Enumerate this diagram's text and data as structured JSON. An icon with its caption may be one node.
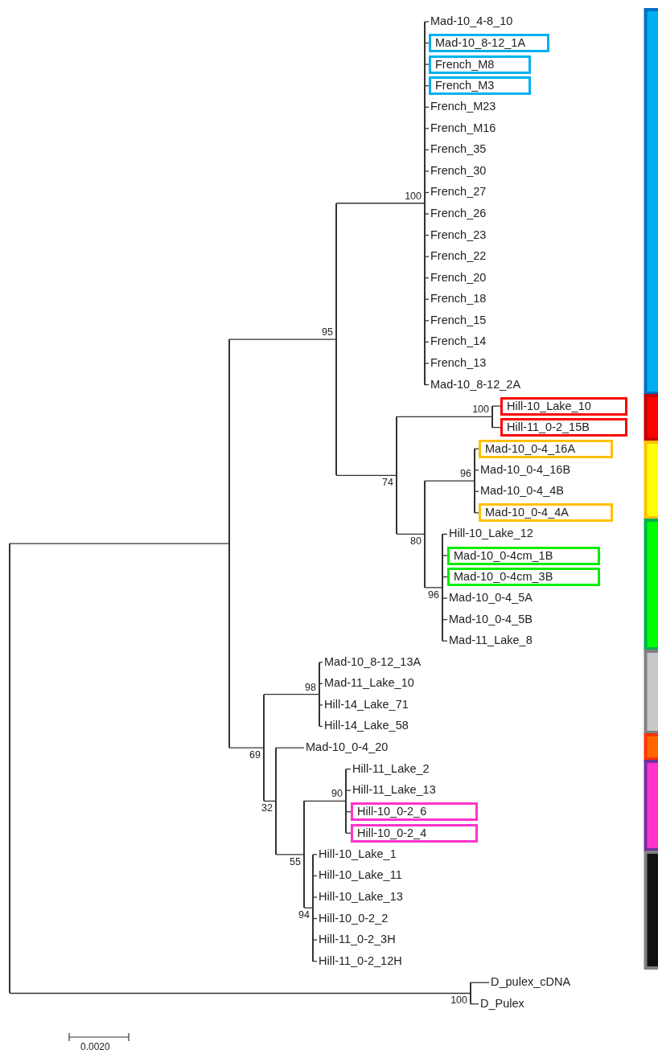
{
  "diagram": {
    "nodes": [
      {
        "text": [],
        "shape": "bar"
      },
      {
        "text": [],
        "shape": "bar"
      },
      {
        "text": [],
        "shape": "bar",
        "beside": [
          "95"
        ]
      },
      {
        "text": [],
        "shape": "bar",
        "beside": [
          "100"
        ]
      },
      {
        "text": [
          "Mad-10_4-8_10"
        ]
      },
      {
        "text": [
          "Mad-10_8-12_1A"
        ]
      },
      {
        "text": [
          "French_M8"
        ]
      },
      {
        "text": [
          "French_M3"
        ]
      },
      {
        "text": [
          "French_M23"
        ]
      },
      {
        "text": [
          "French_M16"
        ]
      },
      {
        "text": [
          "French_35"
        ]
      },
      {
        "text": [
          "French_30"
        ]
      },
      {
        "text": [
          "French_27"
        ]
      },
      {
        "text": [
          "French_26"
        ]
      },
      {
        "text": [
          "French_23"
        ]
      },
      {
        "text": [
          "French_22"
        ]
      },
      {
        "text": [
          "French_20"
        ]
      },
      {
        "text": [
          "French_18"
        ]
      },
      {
        "text": [
          "French_15"
        ]
      },
      {
        "text": [
          "French_14"
        ]
      },
      {
        "text": [
          "French_13"
        ]
      },
      {
        "text": [
          "Mad-10_8-12_2A"
        ]
      },
      {
        "text": [],
        "shape": "bar",
        "beside": [
          "74"
        ]
      },
      {
        "text": [],
        "shape": "bar",
        "beside": [
          "100"
        ]
      },
      {
        "text": [
          "Hill-10_Lake_10"
        ]
      },
      {
        "text": [
          "Hill-11_0-2_15B"
        ]
      },
      {
        "text": [],
        "shape": "bar",
        "beside": [
          "80"
        ]
      },
      {
        "text": [],
        "shape": "bar",
        "beside": [
          "96"
        ]
      },
      {
        "text": [
          "Mad-10_0-4_16A"
        ]
      },
      {
        "text": [
          "Mad-10_0-4_16B"
        ]
      },
      {
        "text": [
          "Mad-10_0-4_4B"
        ]
      },
      {
        "text": [
          "Mad-10_0-4_4A"
        ]
      },
      {
        "text": [],
        "shape": "bar",
        "beside": [
          "96"
        ]
      },
      {
        "text": [
          "Hill-10_Lake_12"
        ]
      },
      {
        "text": [
          "Mad-10_0-4cm_1B"
        ]
      },
      {
        "text": [
          "Mad-10_0-4cm_3B"
        ]
      },
      {
        "text": [
          "Mad-10_0-4_5A"
        ]
      },
      {
        "text": [
          "Mad-10_0-4_5B"
        ]
      },
      {
        "text": [
          "Mad-11_Lake_8"
        ]
      },
      {
        "text": [],
        "shape": "bar",
        "beside": [
          "69"
        ]
      },
      {
        "text": [],
        "shape": "bar",
        "beside": [
          "98"
        ]
      },
      {
        "text": [
          "Mad-10_8-12_13A"
        ]
      },
      {
        "text": [
          "Mad-11_Lake_10"
        ]
      },
      {
        "text": [
          "Hill-14_Lake_71"
        ]
      },
      {
        "text": [
          "Hill-14_Lake_58"
        ]
      },
      {
        "text": [],
        "shape": "bar",
        "beside": [
          "32"
        ]
      },
      {
        "text": [
          "Mad-10_0-4_20"
        ]
      },
      {
        "text": [],
        "shape": "bar",
        "beside": [
          "55"
        ]
      },
      {
        "text": [],
        "shape": "bar",
        "beside": [
          "90"
        ]
      },
      {
        "text": [
          "Hill-11_Lake_2"
        ]
      },
      {
        "text": [
          "Hill-11_Lake_13"
        ]
      },
      {
        "text": [
          "Hill-10_0-2_6"
        ]
      },
      {
        "text": [
          "Hill-10_0-2_4"
        ]
      },
      {
        "text": [],
        "shape": "bar",
        "beside": [
          "94"
        ]
      },
      {
        "text": [
          "Hill-10_Lake_1"
        ]
      },
      {
        "text": [
          "Hill-10_Lake_11"
        ]
      },
      {
        "text": [
          "Hill-10_Lake_13"
        ]
      },
      {
        "text": [
          "Hill-10_0-2_2"
        ]
      },
      {
        "text": [
          "Hill-11_0-2_3H"
        ]
      },
      {
        "text": [
          "Hill-11_0-2_12H"
        ]
      },
      {
        "text": [],
        "shape": "bar",
        "beside": [
          "100"
        ]
      },
      {
        "text": [
          "D_pulex_cDNA"
        ]
      },
      {
        "text": [
          "D_Pulex"
        ]
      }
    ],
    "edges": [
      {
        "from": 0,
        "to": 1,
        "arrow": "none"
      },
      {
        "from": 0,
        "to": 60,
        "arrow": "none"
      },
      {
        "from": 1,
        "to": 2,
        "arrow": "none"
      },
      {
        "from": 1,
        "to": 39,
        "arrow": "none"
      },
      {
        "from": 2,
        "to": 3,
        "arrow": "none"
      },
      {
        "from": 2,
        "to": 22,
        "arrow": "none"
      },
      {
        "from": 3,
        "to": 4,
        "arrow": "none"
      },
      {
        "from": 3,
        "to": 5,
        "arrow": "none"
      },
      {
        "from": 3,
        "to": 6,
        "arrow": "none"
      },
      {
        "from": 3,
        "to": 7,
        "arrow": "none"
      },
      {
        "from": 3,
        "to": 8,
        "arrow": "none"
      },
      {
        "from": 3,
        "to": 9,
        "arrow": "none"
      },
      {
        "from": 3,
        "to": 10,
        "arrow": "none"
      },
      {
        "from": 3,
        "to": 11,
        "arrow": "none"
      },
      {
        "from": 3,
        "to": 12,
        "arrow": "none"
      },
      {
        "from": 3,
        "to": 13,
        "arrow": "none"
      },
      {
        "from": 3,
        "to": 14,
        "arrow": "none"
      },
      {
        "from": 3,
        "to": 15,
        "arrow": "none"
      },
      {
        "from": 3,
        "to": 16,
        "arrow": "none"
      },
      {
        "from": 3,
        "to": 17,
        "arrow": "none"
      },
      {
        "from": 3,
        "to": 18,
        "arrow": "none"
      },
      {
        "from": 3,
        "to": 19,
        "arrow": "none"
      },
      {
        "from": 3,
        "to": 20,
        "arrow": "none"
      },
      {
        "from": 3,
        "to": 21,
        "arrow": "none"
      },
      {
        "from": 22,
        "to": 23,
        "arrow": "none"
      },
      {
        "from": 22,
        "to": 26,
        "arrow": "none"
      },
      {
        "from": 23,
        "to": 24,
        "arrow": "none"
      },
      {
        "from": 23,
        "to": 25,
        "arrow": "none"
      },
      {
        "from": 26,
        "to": 27,
        "arrow": "none"
      },
      {
        "from": 26,
        "to": 32,
        "arrow": "none"
      },
      {
        "from": 27,
        "to": 28,
        "arrow": "none"
      },
      {
        "from": 27,
        "to": 29,
        "arrow": "none"
      },
      {
        "from": 27,
        "to": 30,
        "arrow": "none"
      },
      {
        "from": 27,
        "to": 31,
        "arrow": "none"
      },
      {
        "from": 32,
        "to": 33,
        "arrow": "none"
      },
      {
        "from": 32,
        "to": 34,
        "arrow": "none"
      },
      {
        "from": 32,
        "to": 35,
        "arrow": "none"
      },
      {
        "from": 32,
        "to": 36,
        "arrow": "none"
      },
      {
        "from": 32,
        "to": 37,
        "arrow": "none"
      },
      {
        "from": 32,
        "to": 38,
        "arrow": "none"
      },
      {
        "from": 39,
        "to": 40,
        "arrow": "none"
      },
      {
        "from": 39,
        "to": 45,
        "arrow": "none"
      },
      {
        "from": 40,
        "to": 41,
        "arrow": "none"
      },
      {
        "from": 40,
        "to": 42,
        "arrow": "none"
      },
      {
        "from": 40,
        "to": 43,
        "arrow": "none"
      },
      {
        "from": 40,
        "to": 44,
        "arrow": "none"
      },
      {
        "from": 45,
        "to": 46,
        "arrow": "none"
      },
      {
        "from": 45,
        "to": 47,
        "arrow": "none"
      },
      {
        "from": 47,
        "to": 48,
        "arrow": "none"
      },
      {
        "from": 47,
        "to": 53,
        "arrow": "none"
      },
      {
        "from": 48,
        "to": 49,
        "arrow": "none"
      },
      {
        "from": 48,
        "to": 50,
        "arrow": "none"
      },
      {
        "from": 48,
        "to": 51,
        "arrow": "none"
      },
      {
        "from": 48,
        "to": 52,
        "arrow": "none"
      },
      {
        "from": 53,
        "to": 54,
        "arrow": "none"
      },
      {
        "from": 53,
        "to": 55,
        "arrow": "none"
      },
      {
        "from": 53,
        "to": 56,
        "arrow": "none"
      },
      {
        "from": 53,
        "to": 57,
        "arrow": "none"
      },
      {
        "from": 53,
        "to": 58,
        "arrow": "none"
      },
      {
        "from": 53,
        "to": 59,
        "arrow": "none"
      },
      {
        "from": 60,
        "to": 61,
        "arrow": "none"
      },
      {
        "from": 60,
        "to": 62,
        "arrow": "none"
      }
    ],
    "labels": [
      "0.0020"
    ]
  }
}
